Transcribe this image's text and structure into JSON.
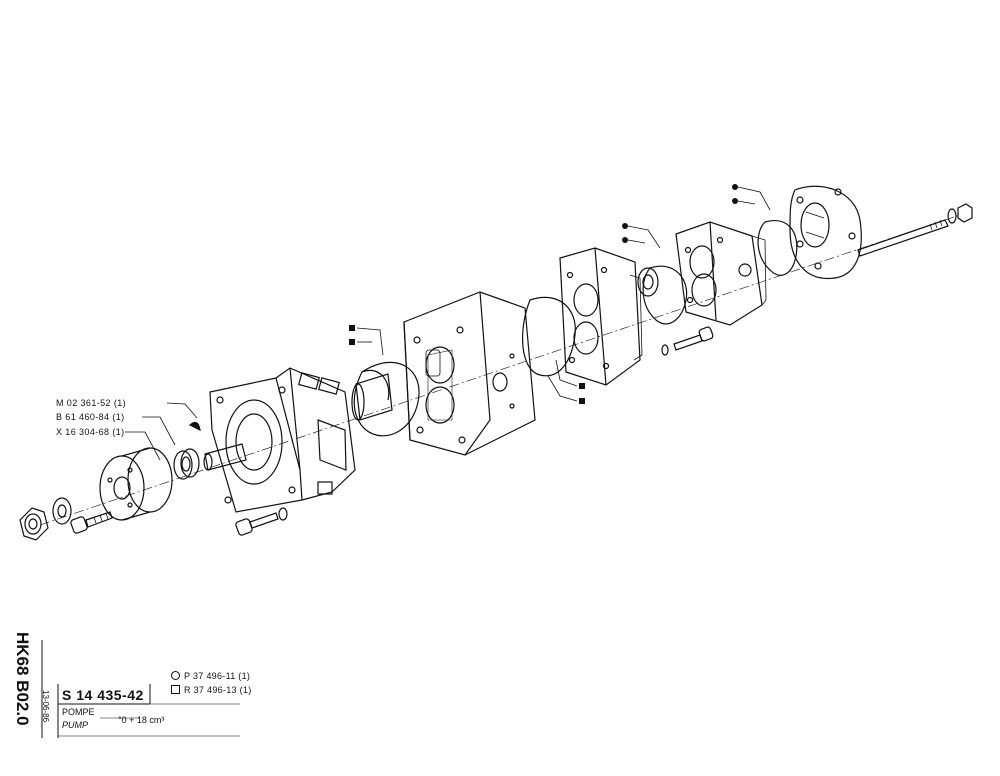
{
  "drawing_code": "HK68 B02.0",
  "date": "13-06-86",
  "sheet_number": "S 14 435-42",
  "description_fr": "POMPE",
  "description_en": "PUMP",
  "capacity": "°0 + 18 cm³",
  "alternatives": [
    {
      "symbol": "circle-icon",
      "ref": "P 37 496-11 (1)"
    },
    {
      "symbol": "square-icon",
      "ref": "R 37 496-13 (1)"
    }
  ],
  "part_callouts": [
    {
      "ref": "M 02 361-52 (1)"
    },
    {
      "ref": "B 61 460-84 (1)"
    },
    {
      "ref": "X 16 304-68 (1)"
    }
  ]
}
